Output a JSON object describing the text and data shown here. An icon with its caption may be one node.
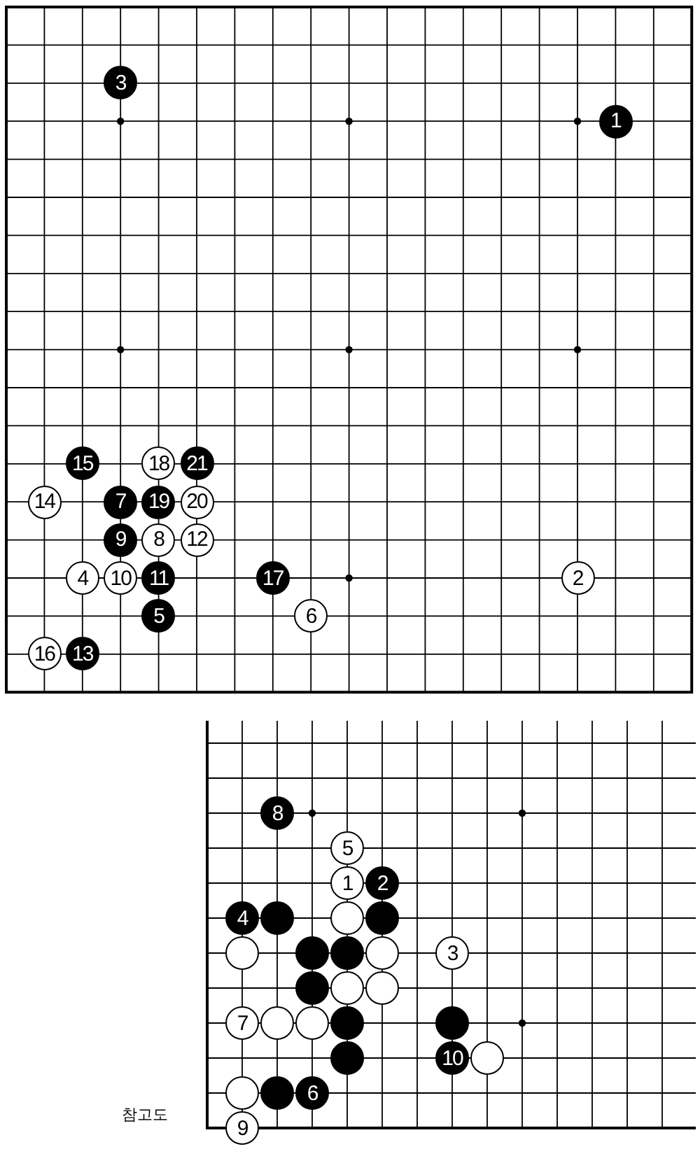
{
  "diagram": {
    "nodes": [
      {
        "text": [
          "3"
        ]
      },
      {
        "text": [
          "1"
        ]
      },
      {
        "text": [
          "15"
        ]
      },
      {
        "text": [
          "18"
        ]
      },
      {
        "text": [
          "21"
        ]
      },
      {
        "text": [
          "14"
        ]
      },
      {
        "text": [
          "7"
        ]
      },
      {
        "text": [
          "19"
        ]
      },
      {
        "text": [
          "20"
        ]
      },
      {
        "text": [
          "9"
        ]
      },
      {
        "text": [
          "8"
        ]
      },
      {
        "text": [
          "12"
        ]
      },
      {
        "text": [
          "4"
        ]
      },
      {
        "text": [
          "10"
        ]
      },
      {
        "text": [
          "11"
        ]
      },
      {
        "text": [
          "17"
        ]
      },
      {
        "text": [
          "2"
        ]
      },
      {
        "text": [
          "5"
        ]
      },
      {
        "text": [
          "6"
        ]
      },
      {
        "text": [
          "16"
        ]
      },
      {
        "text": [
          "13"
        ]
      },
      {
        "text": [
          "8"
        ]
      },
      {
        "text": [
          "5"
        ]
      },
      {
        "text": [
          "1"
        ]
      },
      {
        "text": [
          "2"
        ]
      },
      {
        "text": [
          "4"
        ]
      },
      {
        "text": [],
        "shape": "circle"
      },
      {
        "text": [],
        "shape": "circle"
      },
      {
        "text": [],
        "shape": "circle"
      },
      {
        "text": [],
        "shape": "circle"
      },
      {
        "text": [],
        "shape": "circle"
      },
      {
        "text": [],
        "shape": "circle"
      },
      {
        "text": [],
        "shape": "circle"
      },
      {
        "text": [
          "3"
        ]
      },
      {
        "text": [],
        "shape": "circle"
      },
      {
        "text": [],
        "shape": "circle"
      },
      {
        "text": [],
        "shape": "circle"
      },
      {
        "text": [
          "7"
        ]
      },
      {
        "text": [],
        "shape": "circle"
      },
      {
        "text": [],
        "shape": "circle"
      },
      {
        "text": [],
        "shape": "circle"
      },
      {
        "text": [],
        "shape": "circle"
      },
      {
        "text": [],
        "shape": "circle"
      },
      {
        "text": [
          "10"
        ]
      },
      {
        "text": [],
        "shape": "circle"
      },
      {
        "text": [],
        "shape": "circle"
      },
      {
        "text": [],
        "shape": "circle"
      },
      {
        "text": [
          "6"
        ]
      },
      {
        "text": [
          "9"
        ]
      }
    ],
    "labels": [
      "참고도"
    ]
  }
}
